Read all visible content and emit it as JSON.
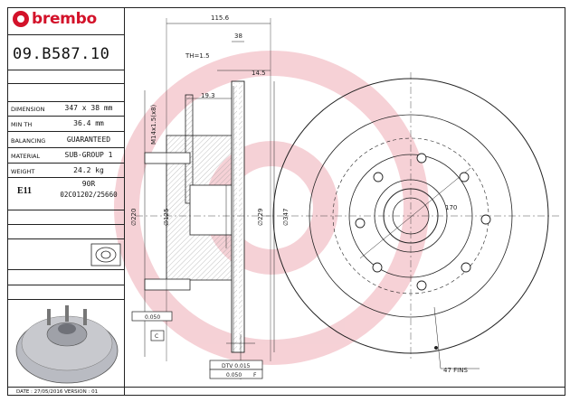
{
  "brand": {
    "name": "brembo"
  },
  "part_number": "09.B587.10",
  "specs": [
    {
      "label": "DIMENSION",
      "value": "347 x 38 mm"
    },
    {
      "label": "MIN TH",
      "value": "36.4 mm"
    },
    {
      "label": "BALANCING",
      "value": "GUARANTEED"
    },
    {
      "label": "MATERIAL",
      "value": "SUB-GROUP 1"
    },
    {
      "label": "WEIGHT",
      "value": "24.2 kg"
    }
  ],
  "approval": {
    "mark": "E11",
    "code": "90R",
    "number": "02C01202/25660"
  },
  "footer": {
    "date_line": "DATE : 27/05/2016 VERSION : 01"
  },
  "dimensions": {
    "overall_width": "115.6",
    "thickness": "38",
    "th_note": "TH=1.5",
    "offset": "14.5",
    "hub_depth": "19.3",
    "stud_thread": "M14x1.5(x8)",
    "dia_220": "∅220",
    "dia_125": "∅125",
    "dia_229": "∅229",
    "dia_347": "∅347",
    "bolt_circle": "170",
    "runout": "0.050",
    "datum_c": "C",
    "dtv": "DTV 0.015",
    "flatness": "0.050",
    "flatness_datum": "F",
    "fins": "47 FINS"
  },
  "colors": {
    "brand_red": "#d3122a",
    "watermark": "#f4c9cf"
  }
}
